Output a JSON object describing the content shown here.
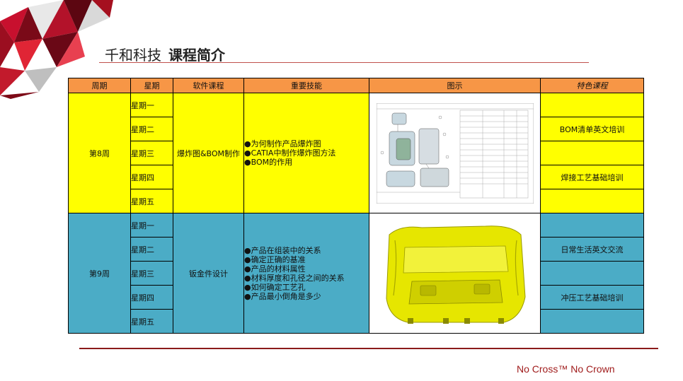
{
  "header": {
    "company": "千和科技",
    "subtitle": "课程简介"
  },
  "table": {
    "columns": [
      "周期",
      "星期",
      "软件课程",
      "重要技能",
      "图示",
      "特色课程"
    ],
    "weeks": [
      {
        "week": "第8周",
        "days": [
          "星期一",
          "星期二",
          "星期三",
          "星期四",
          "星期五"
        ],
        "course": "爆炸图&BOM制作",
        "skills": [
          "●为何制作产品爆炸图",
          "●CATIA中制作爆炸图方法",
          "●BOM的作用"
        ],
        "image": "exploded-seat-bom-drawing",
        "specials": [
          "",
          "BOM清单英文培训",
          "",
          "焊接工艺基础培训",
          ""
        ]
      },
      {
        "week": "第9周",
        "days": [
          "星期一",
          "星期二",
          "星期三",
          "星期四",
          "星期五"
        ],
        "course": "钣金件设计",
        "skills": [
          "●产品在组装中的关系",
          "●确定正确的基准",
          "●产品的材料属性",
          "●材料厚度和孔径之间的关系",
          "●如何确定工艺孔",
          "●产品最小倒角是多少"
        ],
        "image": "sheet-metal-part-yellow",
        "specials": [
          "",
          "日常生活英文交流",
          "",
          "冲压工艺基础培训",
          ""
        ]
      }
    ]
  },
  "footer": {
    "slogan": "No Cross™  No Crown"
  },
  "colors": {
    "header": "#f79646",
    "week8": "#ffff00",
    "week9": "#4bacc6",
    "accent": "#8b1a1a"
  }
}
